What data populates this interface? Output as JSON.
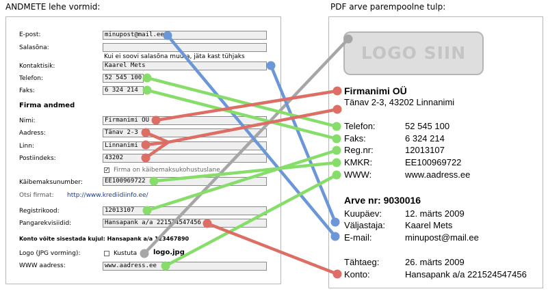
{
  "captions": {
    "left": "ANDMETE lehe vormid:",
    "right": "PDF arve parempoolne tulp:"
  },
  "form": {
    "email": {
      "label": "E-post:",
      "value": "minupost@mail.ee"
    },
    "password": {
      "label": "Salasõna:",
      "value": "",
      "hint": "Kui ei soovi salasõna muuta, jäta kast tühjaks"
    },
    "contact": {
      "label": "Kontaktisik:",
      "value": "Kaarel Mets"
    },
    "phone": {
      "label": "Telefon:",
      "value": "52 545 100"
    },
    "fax": {
      "label": "Faks:",
      "value": "6 324 214"
    },
    "company_heading": "Firma andmed",
    "name": {
      "label": "Nimi:",
      "value": "Firmanimi OÜ"
    },
    "address": {
      "label": "Aadress:",
      "value": "Tänav 2-3"
    },
    "city": {
      "label": "Linn:",
      "value": "Linnanimi"
    },
    "postal": {
      "label": "Postiindeks:",
      "value": "43202"
    },
    "vat_checkbox": {
      "label": "Firma on käibemaksukohustuslane",
      "checked": true
    },
    "vat_number": {
      "label": "Käibemaksunumber:",
      "value": "EE100969722"
    },
    "search_link": {
      "prefix": "Otsi firmat:",
      "url": "http://www.krediidiinfo.ee/"
    },
    "reg_code": {
      "label": "Registrikood:",
      "value": "12013107"
    },
    "bank_account": {
      "label": "Pangarekvisiidid:",
      "value": "Hansapank a/a 221524547456"
    },
    "bank_note": "Konto võite sisestada kujul: Hansapank a/a 123467890",
    "logo": {
      "label": "Logo (JPG vorming):",
      "checkbox_label": "Kustuta",
      "file": "logo.jpg"
    },
    "www": {
      "label": "WWW aadress:",
      "value": "www.aadress.ee"
    }
  },
  "pdf": {
    "logo_text": "LOGO SIIN",
    "company_name": "Firmanimi OÜ",
    "company_address": "Tänav 2-3, 43202 Linnanimi",
    "rows": [
      {
        "label": "Telefon:",
        "value": "52 545 100"
      },
      {
        "label": "Faks:",
        "value": "6 324 214"
      },
      {
        "label": "Reg.nr:",
        "value": "12013107"
      },
      {
        "label": "KMKR:",
        "value": "EE100969722"
      },
      {
        "label": "WWW:",
        "value": "www.aadress.ee"
      }
    ],
    "invoice_title": "Arve nr: 9030016",
    "invoice_rows": [
      {
        "label": "Kuupäev:",
        "value": "12. märts 2009"
      },
      {
        "label": "Väljastaja:",
        "value": "Kaarel Mets"
      },
      {
        "label": "E-mail:",
        "value": "minupost@mail.ee"
      }
    ],
    "due": {
      "label": "Tähtaeg:",
      "value": "26. märts 2009"
    },
    "account": {
      "label": "Konto:",
      "value": "Hansapank a/a 221524547456"
    }
  },
  "colors": {
    "blue": "#6b96d8",
    "green": "#86dd6a",
    "red": "#dd6e66",
    "gray": "#a6a6a6"
  }
}
